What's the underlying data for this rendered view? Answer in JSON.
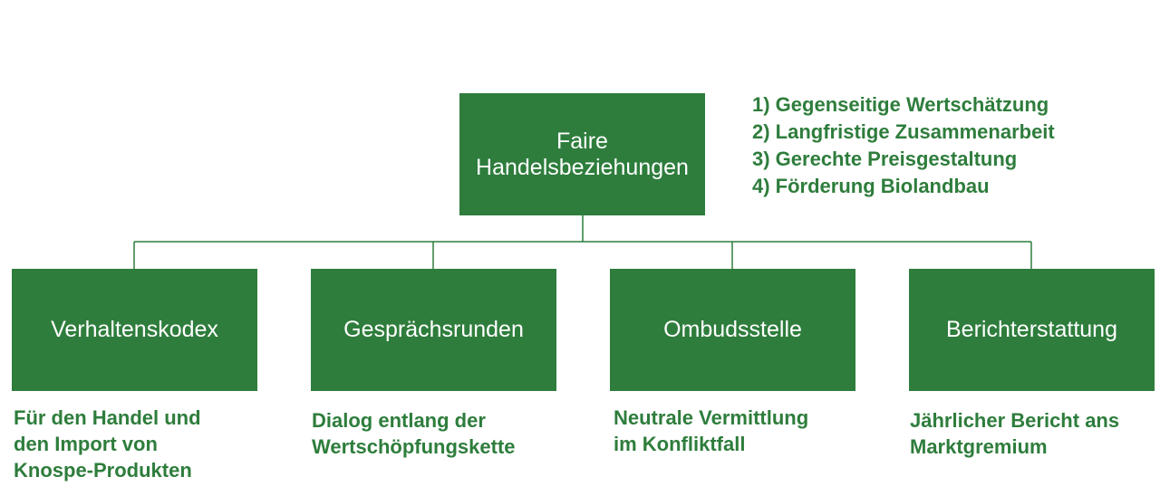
{
  "root": {
    "label": "Faire\nHandelsbeziehungen"
  },
  "principles": [
    "1) Gegenseitige Wertschätzung",
    "2) Langfristige Zusammenarbeit",
    "3) Gerechte Preisgestaltung",
    "4) Förderung Biolandbau"
  ],
  "children": [
    {
      "label": "Verhaltenskodex",
      "description": "Für den Handel und\nden Import von\nKnospe-Produkten"
    },
    {
      "label": "Gesprächsrunden",
      "description": "Dialog entlang der\nWertschöpfungskette"
    },
    {
      "label": "Ombudsstelle",
      "description": "Neutrale Vermittlung\nim Konfliktfall"
    },
    {
      "label": "Berichterstattung",
      "description": "Jährlicher Bericht ans\nMarktgremium"
    }
  ],
  "colors": {
    "box_fill": "#2e7d3c",
    "box_text": "#ffffff",
    "accent_text": "#2e7d3c",
    "connector": "#2e7d3c"
  }
}
